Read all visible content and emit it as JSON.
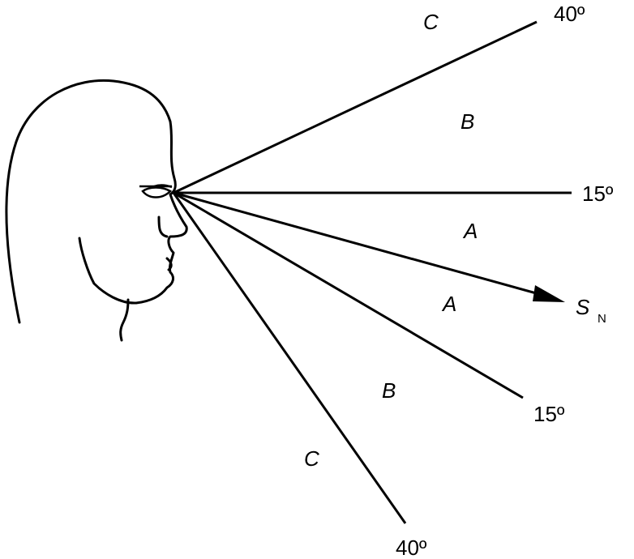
{
  "diagram": {
    "angle_labels": {
      "upper_outer": "40º",
      "upper_inner": "15º",
      "lower_inner": "15º",
      "lower_outer": "40º"
    },
    "zone_labels": {
      "upper_c": "C",
      "upper_b": "B",
      "upper_a": "A",
      "lower_a": "A",
      "lower_b": "B",
      "lower_c": "C"
    },
    "sightline_label": {
      "main": "S",
      "subscript": "N"
    },
    "icons": [
      "head-profile-icon",
      "eye-icon",
      "arrowhead-icon"
    ]
  }
}
